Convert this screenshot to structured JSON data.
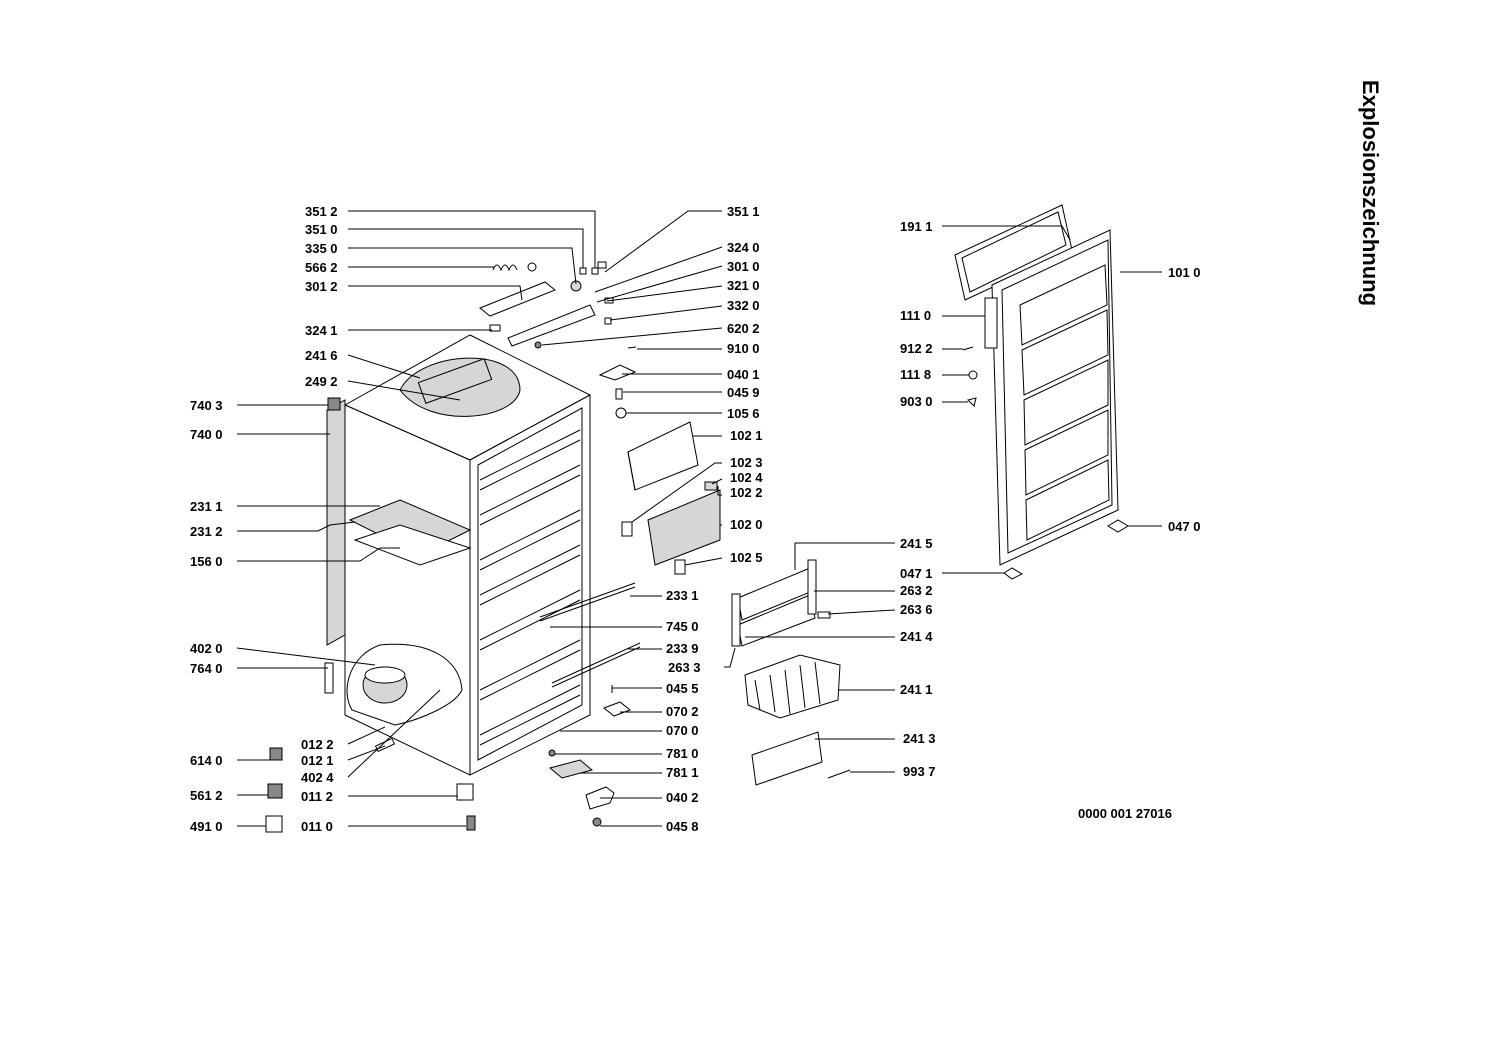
{
  "title": "Explosionszeichnung",
  "document_number": "0000 001 27016",
  "colors": {
    "ink": "#000000",
    "background": "#ffffff",
    "shade": "#d6d6d6"
  },
  "labels": [
    {
      "text": "351 2"
    },
    {
      "text": "351 0"
    },
    {
      "text": "335 0"
    },
    {
      "text": "566 2"
    },
    {
      "text": "301 2"
    },
    {
      "text": "324 1"
    },
    {
      "text": "241 6"
    },
    {
      "text": "249 2"
    },
    {
      "text": "740 3"
    },
    {
      "text": "740 0"
    },
    {
      "text": "231 1"
    },
    {
      "text": "231 2"
    },
    {
      "text": "156 0"
    },
    {
      "text": "402 0"
    },
    {
      "text": "764 0"
    },
    {
      "text": "012 2"
    },
    {
      "text": "012 1"
    },
    {
      "text": "402 4"
    },
    {
      "text": "614 0"
    },
    {
      "text": "561 2"
    },
    {
      "text": "011 2"
    },
    {
      "text": "491 0"
    },
    {
      "text": "011 0"
    },
    {
      "text": "351 1"
    },
    {
      "text": "324 0"
    },
    {
      "text": "301 0"
    },
    {
      "text": "321 0"
    },
    {
      "text": "332 0"
    },
    {
      "text": "620 2"
    },
    {
      "text": "910 0"
    },
    {
      "text": "040 1"
    },
    {
      "text": "045 9"
    },
    {
      "text": "105 6"
    },
    {
      "text": "102 1"
    },
    {
      "text": "102 3"
    },
    {
      "text": "102 4"
    },
    {
      "text": "102 2"
    },
    {
      "text": "102 0"
    },
    {
      "text": "102 5"
    },
    {
      "text": "233 1"
    },
    {
      "text": "745 0"
    },
    {
      "text": "233 9"
    },
    {
      "text": "263 3"
    },
    {
      "text": "045 5"
    },
    {
      "text": "070 2"
    },
    {
      "text": "070 0"
    },
    {
      "text": "781 0"
    },
    {
      "text": "781 1"
    },
    {
      "text": "040 2"
    },
    {
      "text": "045 8"
    },
    {
      "text": "241 5"
    },
    {
      "text": "263 2"
    },
    {
      "text": "263 6"
    },
    {
      "text": "241 4"
    },
    {
      "text": "241 1"
    },
    {
      "text": "241 3"
    },
    {
      "text": "993 7"
    },
    {
      "text": "191 1"
    },
    {
      "text": "101 0"
    },
    {
      "text": "111 0"
    },
    {
      "text": "912 2"
    },
    {
      "text": "111 8"
    },
    {
      "text": "903 0"
    },
    {
      "text": "047 0"
    },
    {
      "text": "047 1"
    }
  ]
}
